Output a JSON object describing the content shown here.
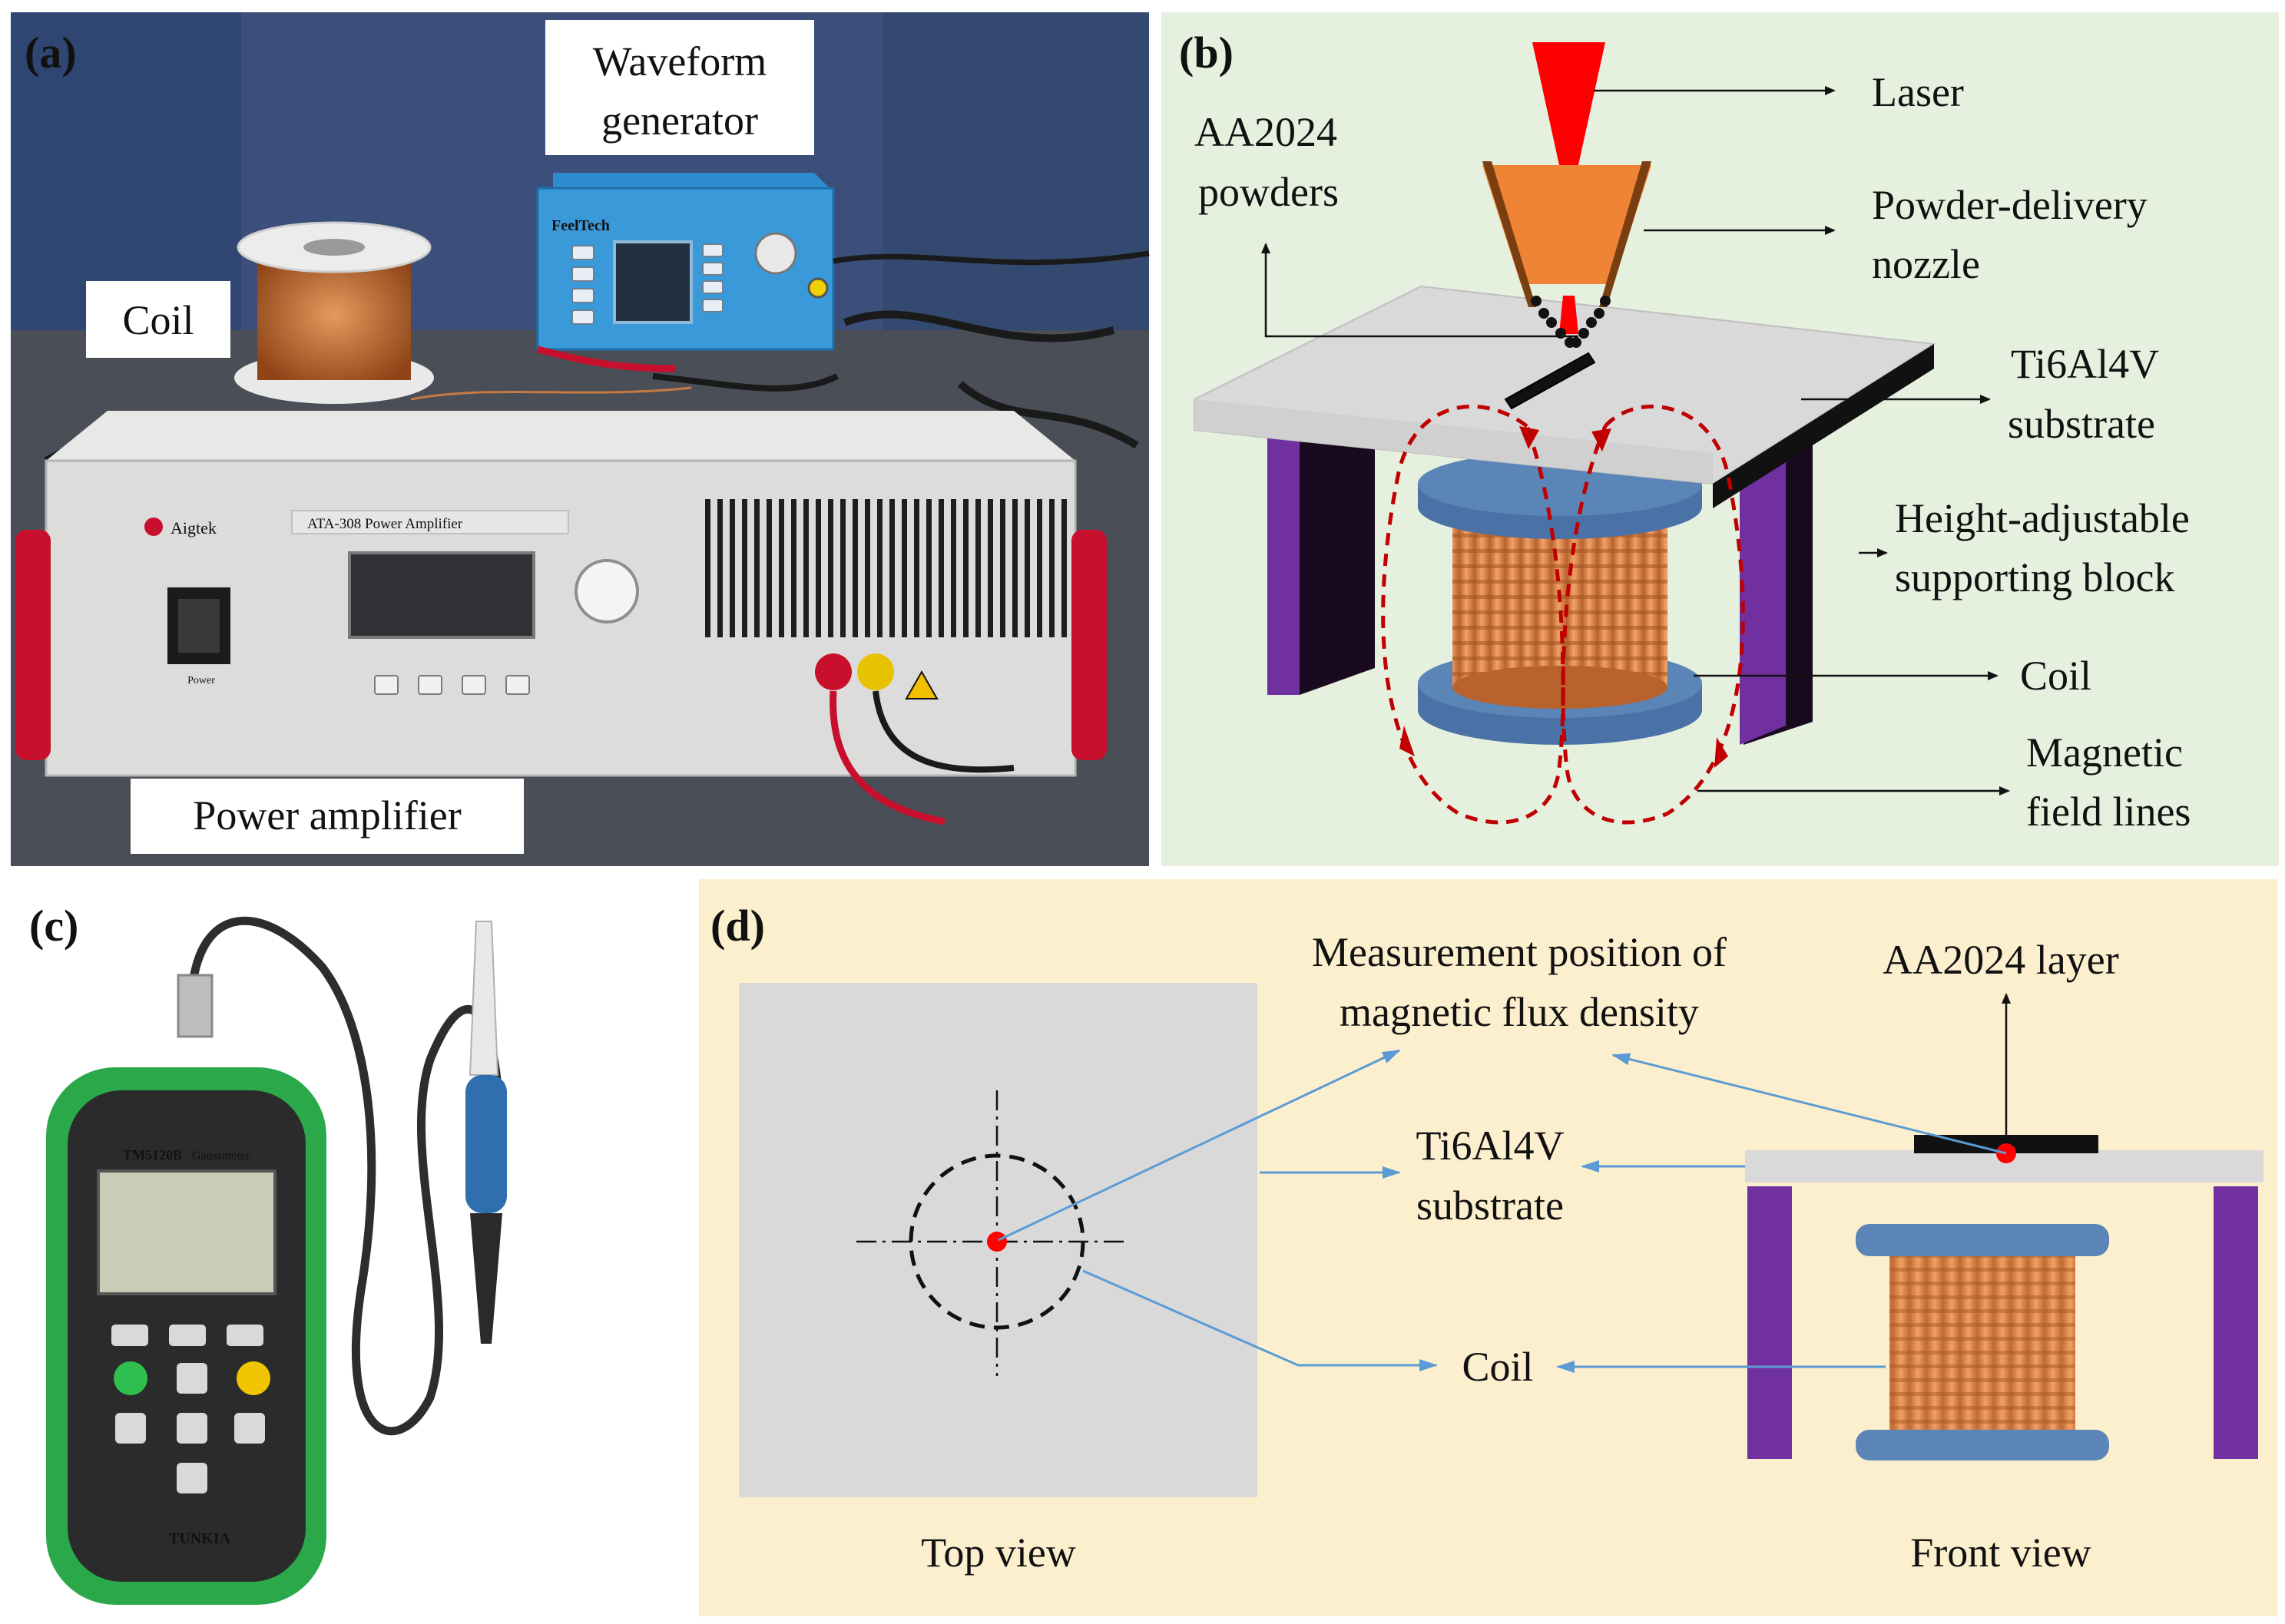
{
  "panels": {
    "a": {
      "letter": "(a)",
      "labels": {
        "waveform_1": "Waveform",
        "waveform_2": "generator",
        "coil": "Coil",
        "amplifier": "Power amplifier"
      },
      "device_text": {
        "brand": "Aigtek",
        "model": "ATA-308 Power Amplifier",
        "fg_brand": "FeelTech",
        "power": "Power"
      }
    },
    "b": {
      "letter": "(b)",
      "labels": {
        "laser": "Laser",
        "powders_1": "AA2024",
        "powders_2": "powders",
        "nozzle_1": "Powder-delivery",
        "nozzle_2": "nozzle",
        "substrate_1": "Ti6Al4V",
        "substrate_2": "substrate",
        "block_1": "Height-adjustable",
        "block_2": "supporting block",
        "coil": "Coil",
        "field_1": "Magnetic",
        "field_2": "field lines"
      }
    },
    "c": {
      "letter": "(c)",
      "device_text": {
        "model": "TM5120B",
        "type": "Gaussmeter",
        "brand": "TUNKIA"
      }
    },
    "d": {
      "letter": "(d)",
      "labels": {
        "measure_1": "Measurement position of",
        "measure_2": "magnetic flux density",
        "layer": "AA2024 layer",
        "substrate_1": "Ti6Al4V",
        "substrate_2": "substrate",
        "coil": "Coil",
        "top_view": "Top view",
        "front_view": "Front view"
      }
    }
  },
  "colors": {
    "panel_b_bg": "#e6f0df",
    "panel_d_bg": "#fcefce",
    "coil": "#d8874f",
    "flange": "#5b85b6",
    "support": "#7030a0",
    "field_lines": "#c00000",
    "laser": "#ff0000",
    "nozzle": "#f08436",
    "leader_lines": "#5b9bd5",
    "plate": "#d9d9d9"
  }
}
